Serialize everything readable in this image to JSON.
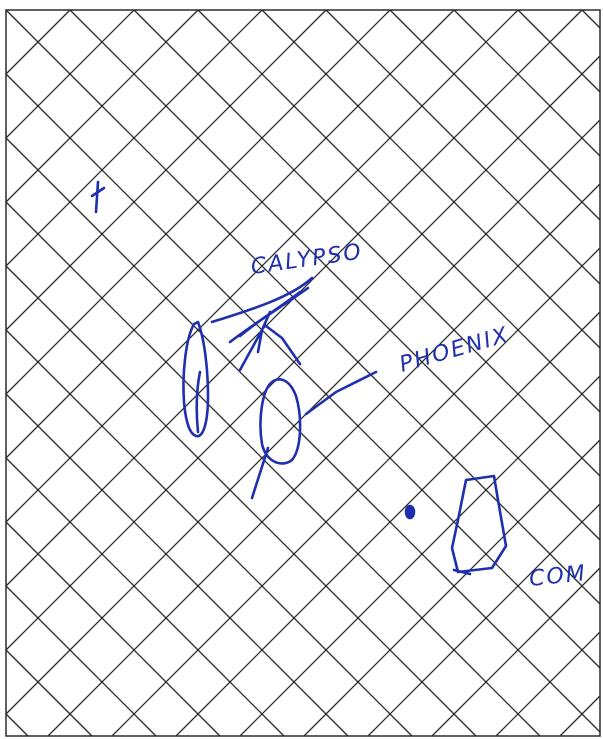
{
  "grid": {
    "line_color": "#2b2b2b",
    "paper_color": "#ffffff"
  },
  "ink_color": "#1f2fb0",
  "labels": {
    "calypso": "CALYPSO",
    "phoenix": "PHOENIX",
    "com": "COM"
  }
}
